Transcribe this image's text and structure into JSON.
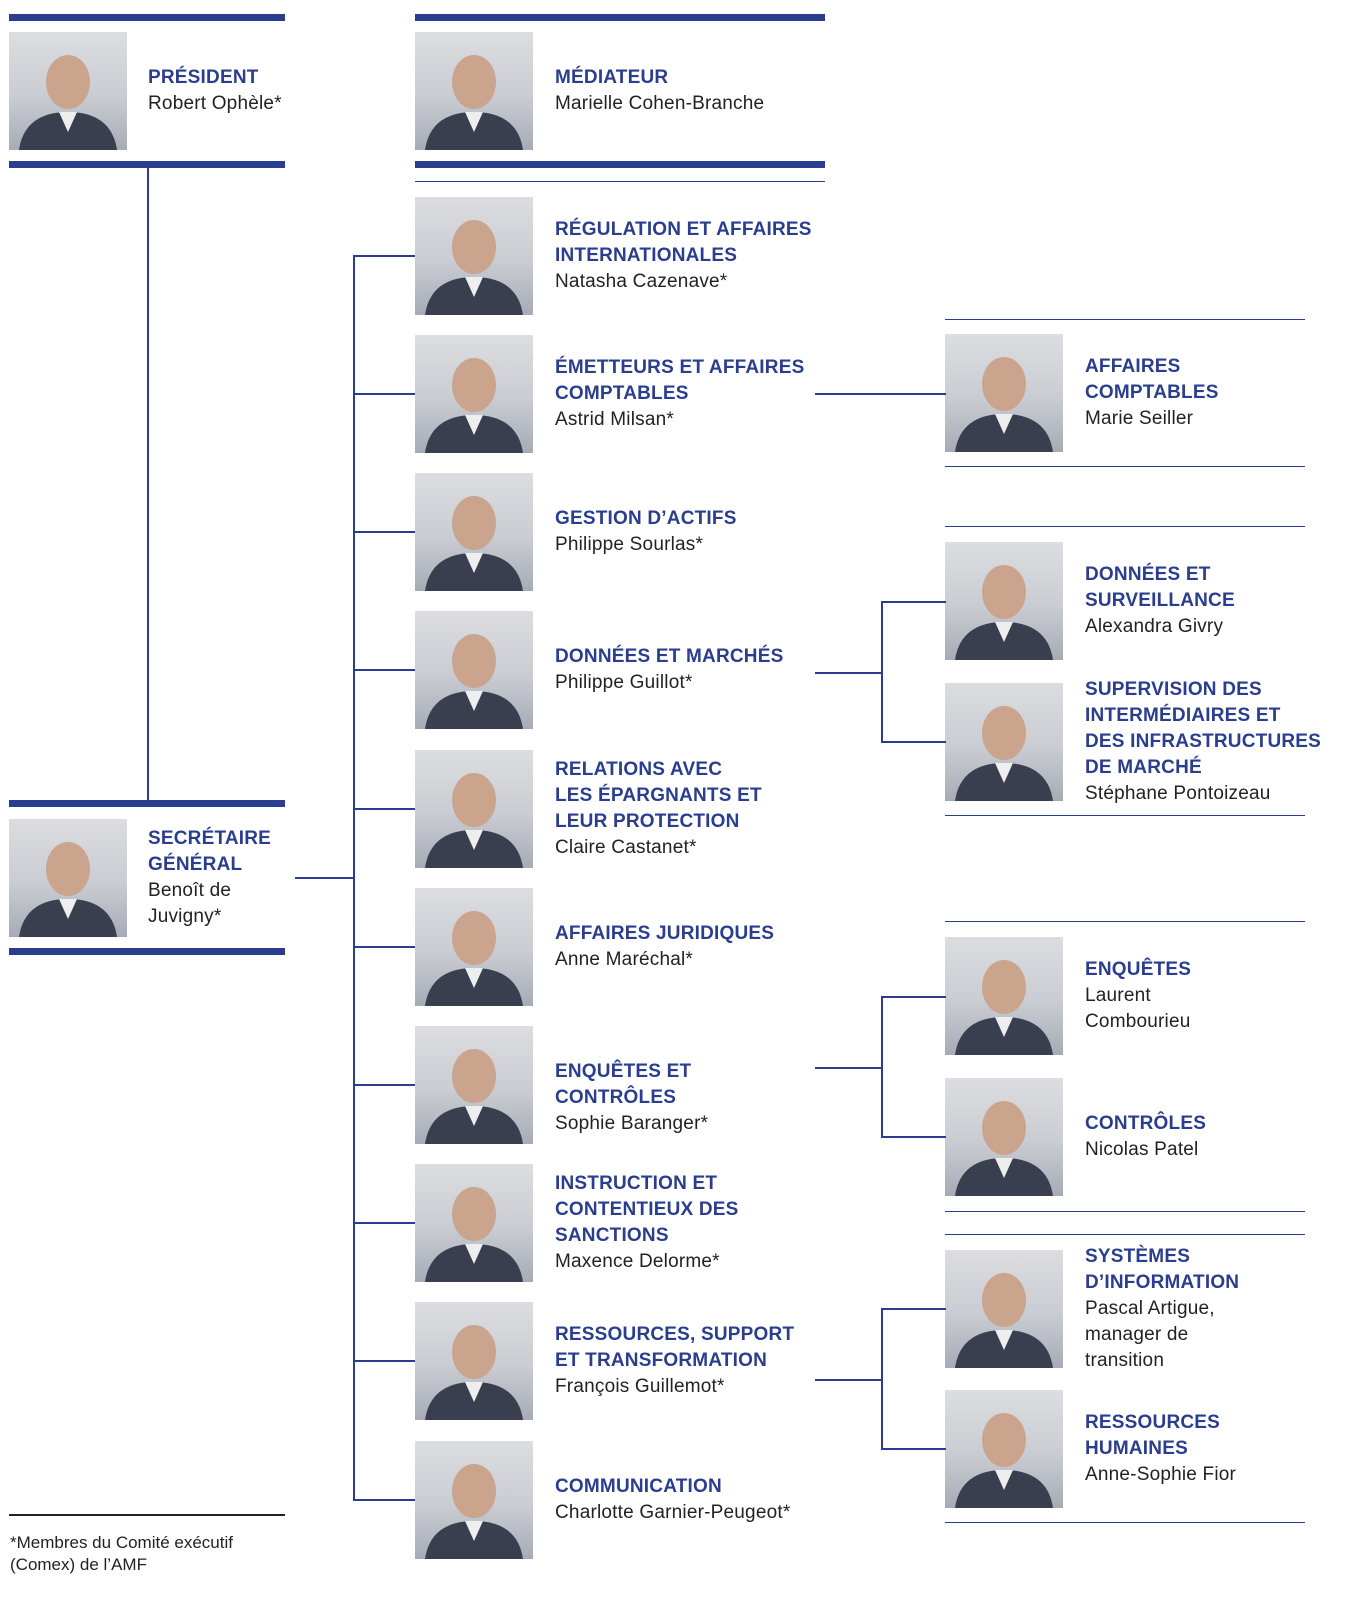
{
  "colors": {
    "accent": "#2a3d8f",
    "text": "#222222"
  },
  "president": {
    "role": [
      "PRÉSIDENT"
    ],
    "name": "Robert Ophèle*"
  },
  "mediateur": {
    "role": [
      "MÉDIATEUR"
    ],
    "name": "Marielle Cohen-Branche"
  },
  "secretaire": {
    "role": [
      "SECRÉTAIRE",
      "GÉNÉRAL"
    ],
    "name": [
      "Benoît de",
      "Juvigny*"
    ]
  },
  "directions": [
    {
      "role": [
        "RÉGULATION ET AFFAIRES",
        "INTERNATIONALES"
      ],
      "name": [
        "Natasha Cazenave*"
      ]
    },
    {
      "role": [
        "ÉMETTEURS ET AFFAIRES",
        "COMPTABLES"
      ],
      "name": [
        "Astrid Milsan*"
      ]
    },
    {
      "role": [
        "GESTION D’ACTIFS"
      ],
      "name": [
        "Philippe Sourlas*"
      ]
    },
    {
      "role": [
        "DONNÉES ET MARCHÉS"
      ],
      "name": [
        "Philippe Guillot*"
      ]
    },
    {
      "role": [
        "RELATIONS AVEC",
        "LES ÉPARGNANTS ET",
        "LEUR PROTECTION"
      ],
      "name": [
        "Claire Castanet*"
      ]
    },
    {
      "role": [
        "AFFAIRES JURIDIQUES"
      ],
      "name": [
        "Anne Maréchal*"
      ]
    },
    {
      "role": [
        "ENQUÊTES ET CONTRÔLES"
      ],
      "name": [
        "Sophie Baranger*"
      ]
    },
    {
      "role": [
        "INSTRUCTION ET",
        "CONTENTIEUX DES",
        "SANCTIONS"
      ],
      "name": [
        "Maxence Delorme*"
      ]
    },
    {
      "role": [
        "RESSOURCES, SUPPORT",
        "ET TRANSFORMATION"
      ],
      "name": [
        "François Guillemot*"
      ]
    },
    {
      "role": [
        "COMMUNICATION"
      ],
      "name": [
        "Charlotte Garnier-Peugeot*"
      ]
    }
  ],
  "sub_units": [
    {
      "role": [
        "AFFAIRES",
        "COMPTABLES"
      ],
      "name": [
        "Marie Seiller"
      ]
    },
    {
      "role": [
        "DONNÉES ET",
        "SURVEILLANCE"
      ],
      "name": [
        "Alexandra Givry"
      ]
    },
    {
      "role": [
        "SUPERVISION DES",
        "INTERMÉDIAIRES ET",
        "DES INFRASTRUCTURES",
        "DE MARCHÉ"
      ],
      "name": [
        "Stéphane Pontoizeau"
      ]
    },
    {
      "role": [
        "ENQUÊTES"
      ],
      "name": [
        "Laurent",
        "Combourieu"
      ]
    },
    {
      "role": [
        "CONTRÔLES"
      ],
      "name": [
        "Nicolas Patel"
      ]
    },
    {
      "role": [
        "SYSTÈMES",
        "D’INFORMATION"
      ],
      "name": [
        "Pascal Artigue,",
        "manager de",
        "transition"
      ]
    },
    {
      "role": [
        "RESSOURCES",
        "HUMAINES"
      ],
      "name": [
        "Anne-Sophie Fior"
      ]
    }
  ],
  "footnote": "*Membres du Comité exécutif (Comex) de l’AMF"
}
